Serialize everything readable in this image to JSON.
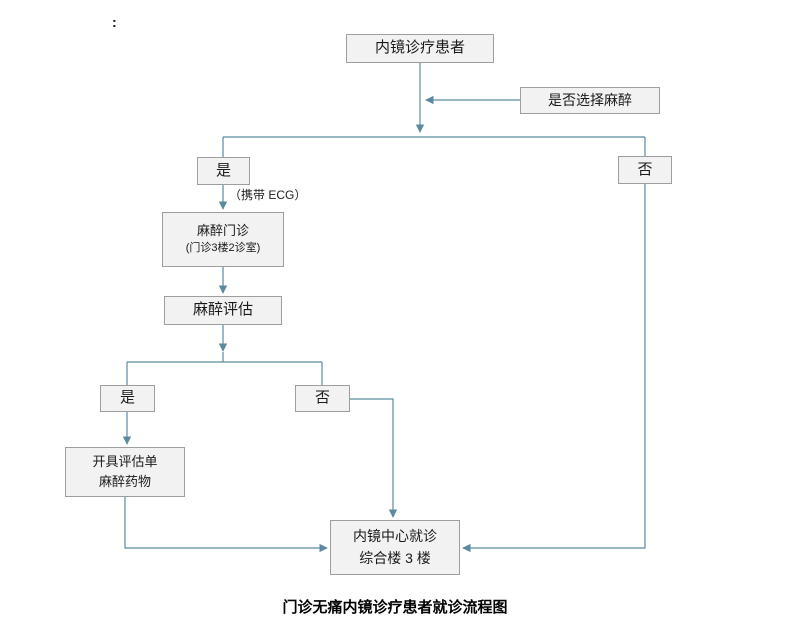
{
  "diagram": {
    "stray_mark": ":",
    "caption": "门诊无痛内镜诊疗患者就诊流程图",
    "nodes": {
      "patient": "内镜诊疗患者",
      "choose_anesthesia": "是否选择麻醉",
      "branch_yes": "是",
      "branch_no": "否",
      "ecg_note": "（携带 ECG）",
      "clinic_line1": "麻醉门诊",
      "clinic_line2": "(门诊3楼2诊室)",
      "evaluation": "麻醉评估",
      "eval_yes": "是",
      "eval_no": "否",
      "form_line1": "开具评估单",
      "form_line2": "麻醉药物",
      "center_line1": "内镜中心就诊",
      "center_line2": "综合楼 3 楼"
    },
    "colors": {
      "connector": "#5b8aa0",
      "box_border": "#9e9e9e",
      "box_fill": "#f2f2f2",
      "text": "#1a1a1a"
    }
  }
}
